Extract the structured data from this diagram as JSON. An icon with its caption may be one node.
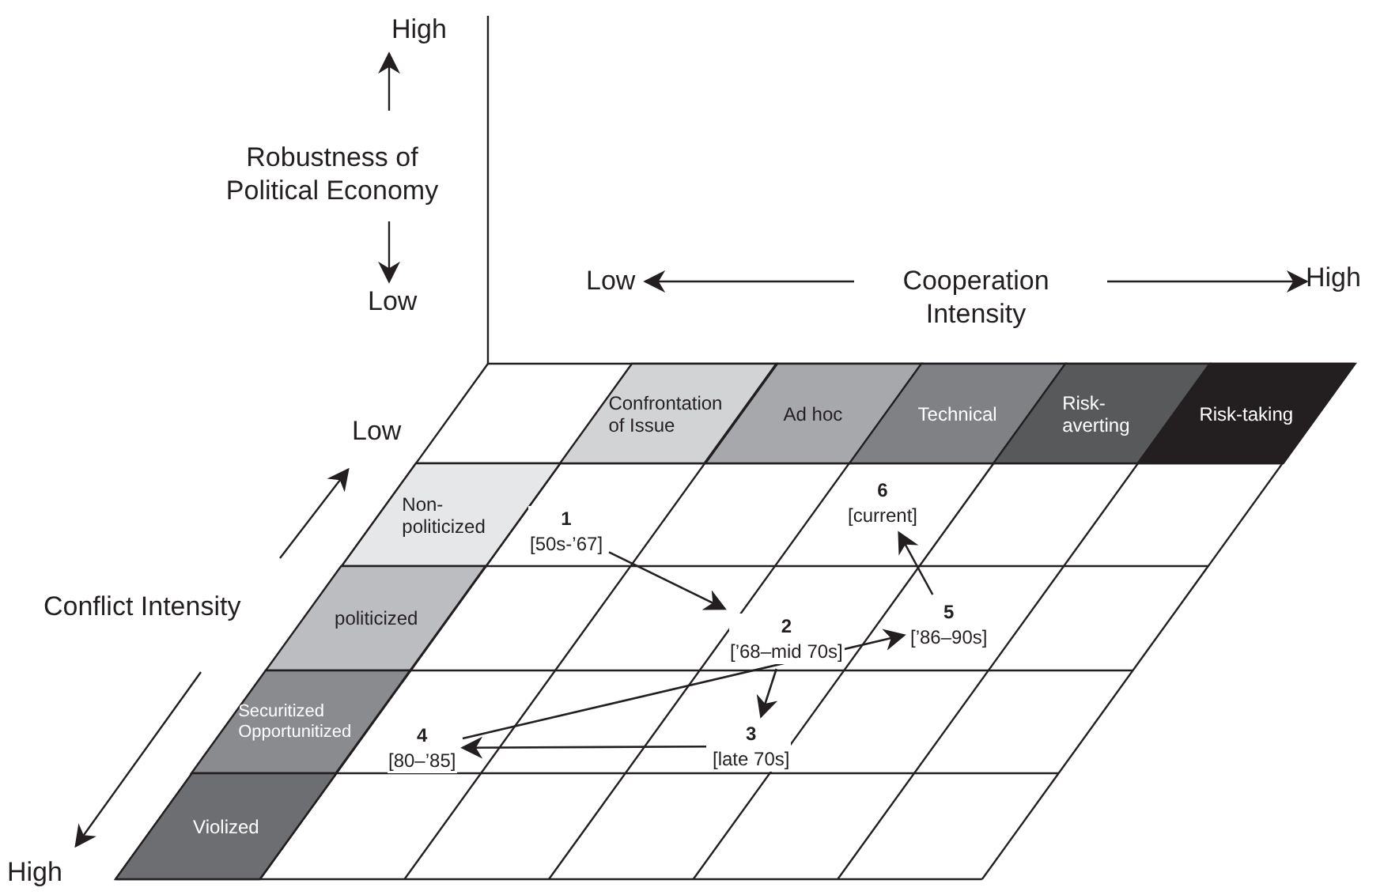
{
  "diagram": {
    "nodes": [
      {
        "text": [
          "Confrontation of Issue"
        ]
      },
      {
        "text": [
          "Ad hoc"
        ]
      },
      {
        "text": [
          "Technical"
        ]
      },
      {
        "text": [
          "Risk-averting"
        ]
      },
      {
        "text": [
          "Risk-taking"
        ]
      },
      {
        "text": [
          "Non-politicized"
        ]
      },
      {
        "text": [
          "politicized"
        ]
      },
      {
        "text": [
          "Securitized Opportunitized"
        ]
      },
      {
        "text": [
          "Violized"
        ]
      },
      {
        "text": [
          "1",
          "[50s-’67]"
        ]
      },
      {
        "text": [
          "2",
          "[’68–mid 70s]"
        ]
      },
      {
        "text": [
          "3",
          "[late 70s]"
        ]
      },
      {
        "text": [
          "4",
          "[80–’85]"
        ]
      },
      {
        "text": [
          "5",
          "[’86–90s]"
        ]
      },
      {
        "text": [
          "6",
          "[current]"
        ]
      }
    ],
    "edges": [
      {
        "from": 9,
        "to": 10,
        "arrow": "to"
      },
      {
        "from": 10,
        "to": 11,
        "arrow": "to"
      },
      {
        "from": 11,
        "to": 12,
        "arrow": "to"
      },
      {
        "from": 12,
        "to": 13,
        "arrow": "to"
      },
      {
        "from": 13,
        "to": 14,
        "arrow": "to"
      }
    ],
    "labels": [
      "High",
      "Robustness of Political Economy",
      "Low",
      "Low",
      "Cooperation Intensity",
      "High",
      "Low",
      "Conflict Intensity",
      "High"
    ]
  }
}
